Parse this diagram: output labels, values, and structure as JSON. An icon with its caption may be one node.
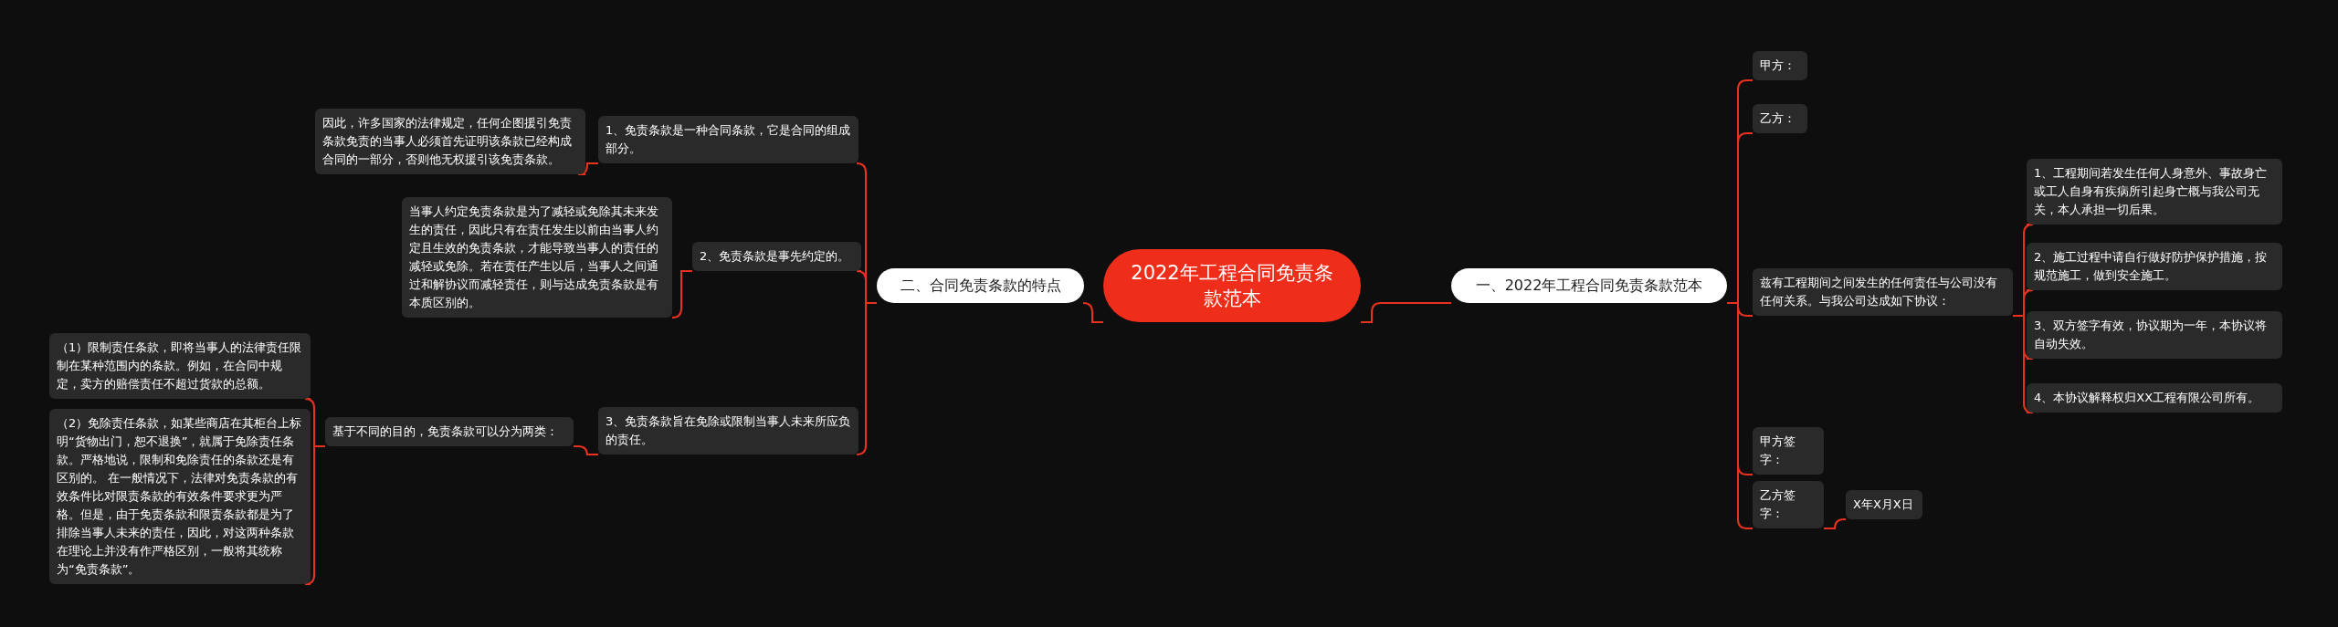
{
  "diagram": {
    "nodes": [
      {
        "text": [
          "2022年工程合同免责条款范本"
        ]
      },
      {
        "text": [
          "二、合同免责条款的特点"
        ]
      },
      {
        "text": [
          "一、2022年工程合同免责条款范本"
        ]
      },
      {
        "text": [
          "1、免责条款是一种合同条款，它是合同的组成部分。"
        ]
      },
      {
        "text": [
          "因此，许多国家的法律规定，任何企图援引免责条款免责的当事人必须首先证明该条款已经构成合同的一部分，否则他无权援引该免责条款。"
        ]
      },
      {
        "text": [
          "2、免责条款是事先约定的。"
        ]
      },
      {
        "text": [
          "当事人约定免责条款是为了减轻或免除其未来发生的责任，因此只有在责任发生以前由当事人约定且生效的免责条款，才能导致当事人的责任的减轻或免除。若在责任产生以后，当事人之间通过和解协议而减轻责任，则与达成免责条款是有本质区别的。"
        ]
      },
      {
        "text": [
          "3、免责条款旨在免除或限制当事人未来所应负的责任。"
        ]
      },
      {
        "text": [
          "基于不同的目的，免责条款可以分为两类："
        ]
      },
      {
        "text": [
          "（1）限制责任条款，即将当事人的法律责任限制在某种范围内的条款。例如，在合同中规定，卖方的赔偿责任不超过货款的总额。"
        ]
      },
      {
        "text": [
          "（2）免除责任条款，如某些商店在其柜台上标明“货物出门，恕不退换”，就属于免除责任条款。严格地说，限制和免除责任的条款还是有区别的。 在一般情况下，法律对免责条款的有效条件比对限责条款的有效条件要求更为严格。但是，由于免责条款和限责条款都是为了排除当事人未来的责任，因此，对这两种条款在理论上并没有作严格区别，一般将其统称为“免责条款”。"
        ]
      },
      {
        "text": [
          "甲方："
        ]
      },
      {
        "text": [
          "乙方："
        ]
      },
      {
        "text": [
          "兹有工程期间之间发生的任何责任与公司没有任何关系。与我公司达成如下协议："
        ]
      },
      {
        "text": [
          "1、工程期间若发生任何人身意外、事故身亡或工人自身有疾病所引起身亡概与我公司无关，本人承担一切后果。"
        ]
      },
      {
        "text": [
          "2、施工过程中请自行做好防护保护措施，按规范施工，做到安全施工。"
        ]
      },
      {
        "text": [
          "3、双方签字有效，协议期为一年，本协议将自动失效。"
        ]
      },
      {
        "text": [
          "4、本协议解释权归XX工程有限公司所有。"
        ]
      },
      {
        "text": [
          "甲方签字："
        ]
      },
      {
        "text": [
          "乙方签字："
        ]
      },
      {
        "text": [
          "X年X月X日"
        ]
      }
    ],
    "edges": [
      {
        "from": 0,
        "to": 1,
        "arrow": "none"
      },
      {
        "from": 0,
        "to": 2,
        "arrow": "none"
      },
      {
        "from": 1,
        "to": 3,
        "arrow": "none"
      },
      {
        "from": 3,
        "to": 4,
        "arrow": "none"
      },
      {
        "from": 1,
        "to": 5,
        "arrow": "none"
      },
      {
        "from": 5,
        "to": 6,
        "arrow": "none"
      },
      {
        "from": 1,
        "to": 7,
        "arrow": "none"
      },
      {
        "from": 7,
        "to": 8,
        "arrow": "none"
      },
      {
        "from": 8,
        "to": 9,
        "arrow": "none"
      },
      {
        "from": 8,
        "to": 10,
        "arrow": "none"
      },
      {
        "from": 2,
        "to": 11,
        "arrow": "none"
      },
      {
        "from": 2,
        "to": 12,
        "arrow": "none"
      },
      {
        "from": 2,
        "to": 13,
        "arrow": "none"
      },
      {
        "from": 13,
        "to": 14,
        "arrow": "none"
      },
      {
        "from": 13,
        "to": 15,
        "arrow": "none"
      },
      {
        "from": 13,
        "to": 16,
        "arrow": "none"
      },
      {
        "from": 13,
        "to": 17,
        "arrow": "none"
      },
      {
        "from": 2,
        "to": 18,
        "arrow": "none"
      },
      {
        "from": 2,
        "to": 19,
        "arrow": "none"
      },
      {
        "from": 19,
        "to": 20,
        "arrow": "none"
      }
    ]
  }
}
